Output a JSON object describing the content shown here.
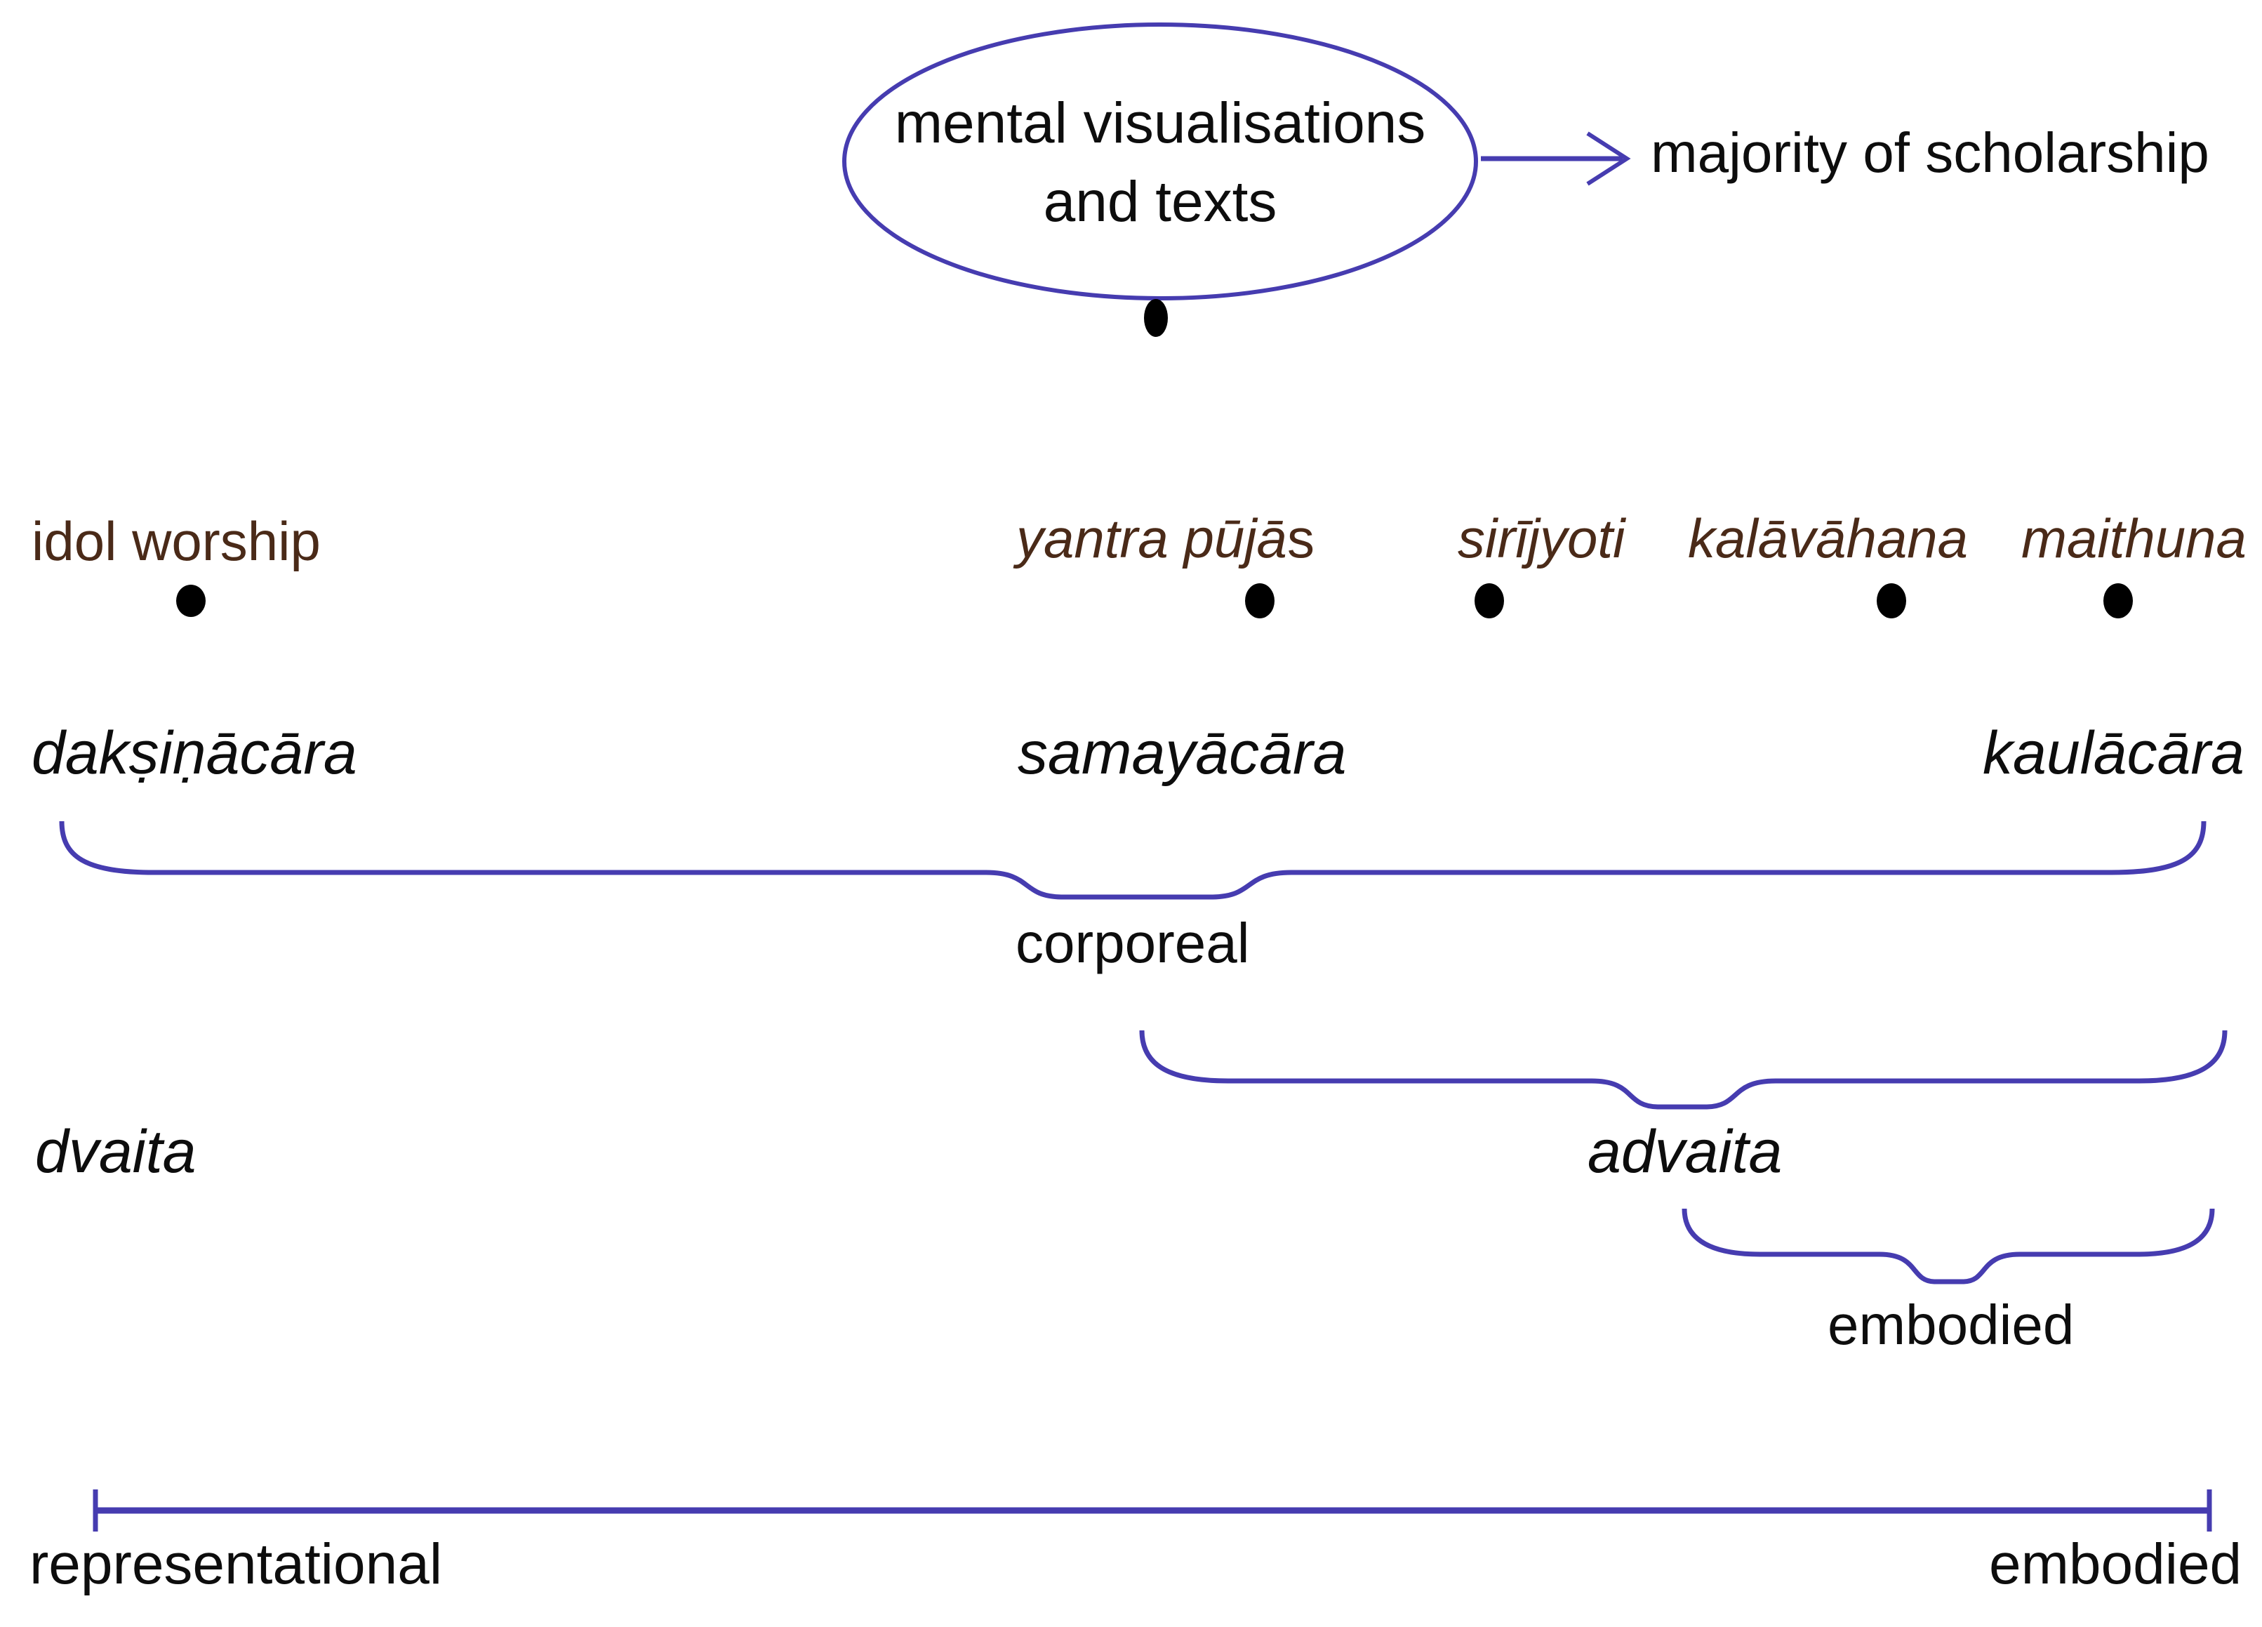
{
  "colors": {
    "line_blue": "#463CB0",
    "practice_brown": "#4A2A18",
    "text_black": "#0d0d0d"
  },
  "bubble": {
    "line1": "mental visualisations",
    "line2": "and texts"
  },
  "annotation": {
    "arrow_target": "majority of scholarship"
  },
  "practices": {
    "idol_worship": "idol worship",
    "yantra_pujas_italic": "yantra pūjā",
    "yantra_pujas_suffix": "s",
    "sirijyoti": "sirījyoti",
    "kalavahana": "kalāvāhana",
    "maithuna": "maithuna"
  },
  "acaras": {
    "daksinacara": "dakṣiṇācāra",
    "samayacara": "samayācāra",
    "kaulacara": "kaulācāra"
  },
  "brace_labels": {
    "corporeal": "corporeal",
    "advaita": "advaita",
    "embodied": "embodied"
  },
  "side_labels": {
    "dvaita": "dvaita"
  },
  "axis": {
    "left_label": "representational",
    "right_label": "embodied"
  }
}
